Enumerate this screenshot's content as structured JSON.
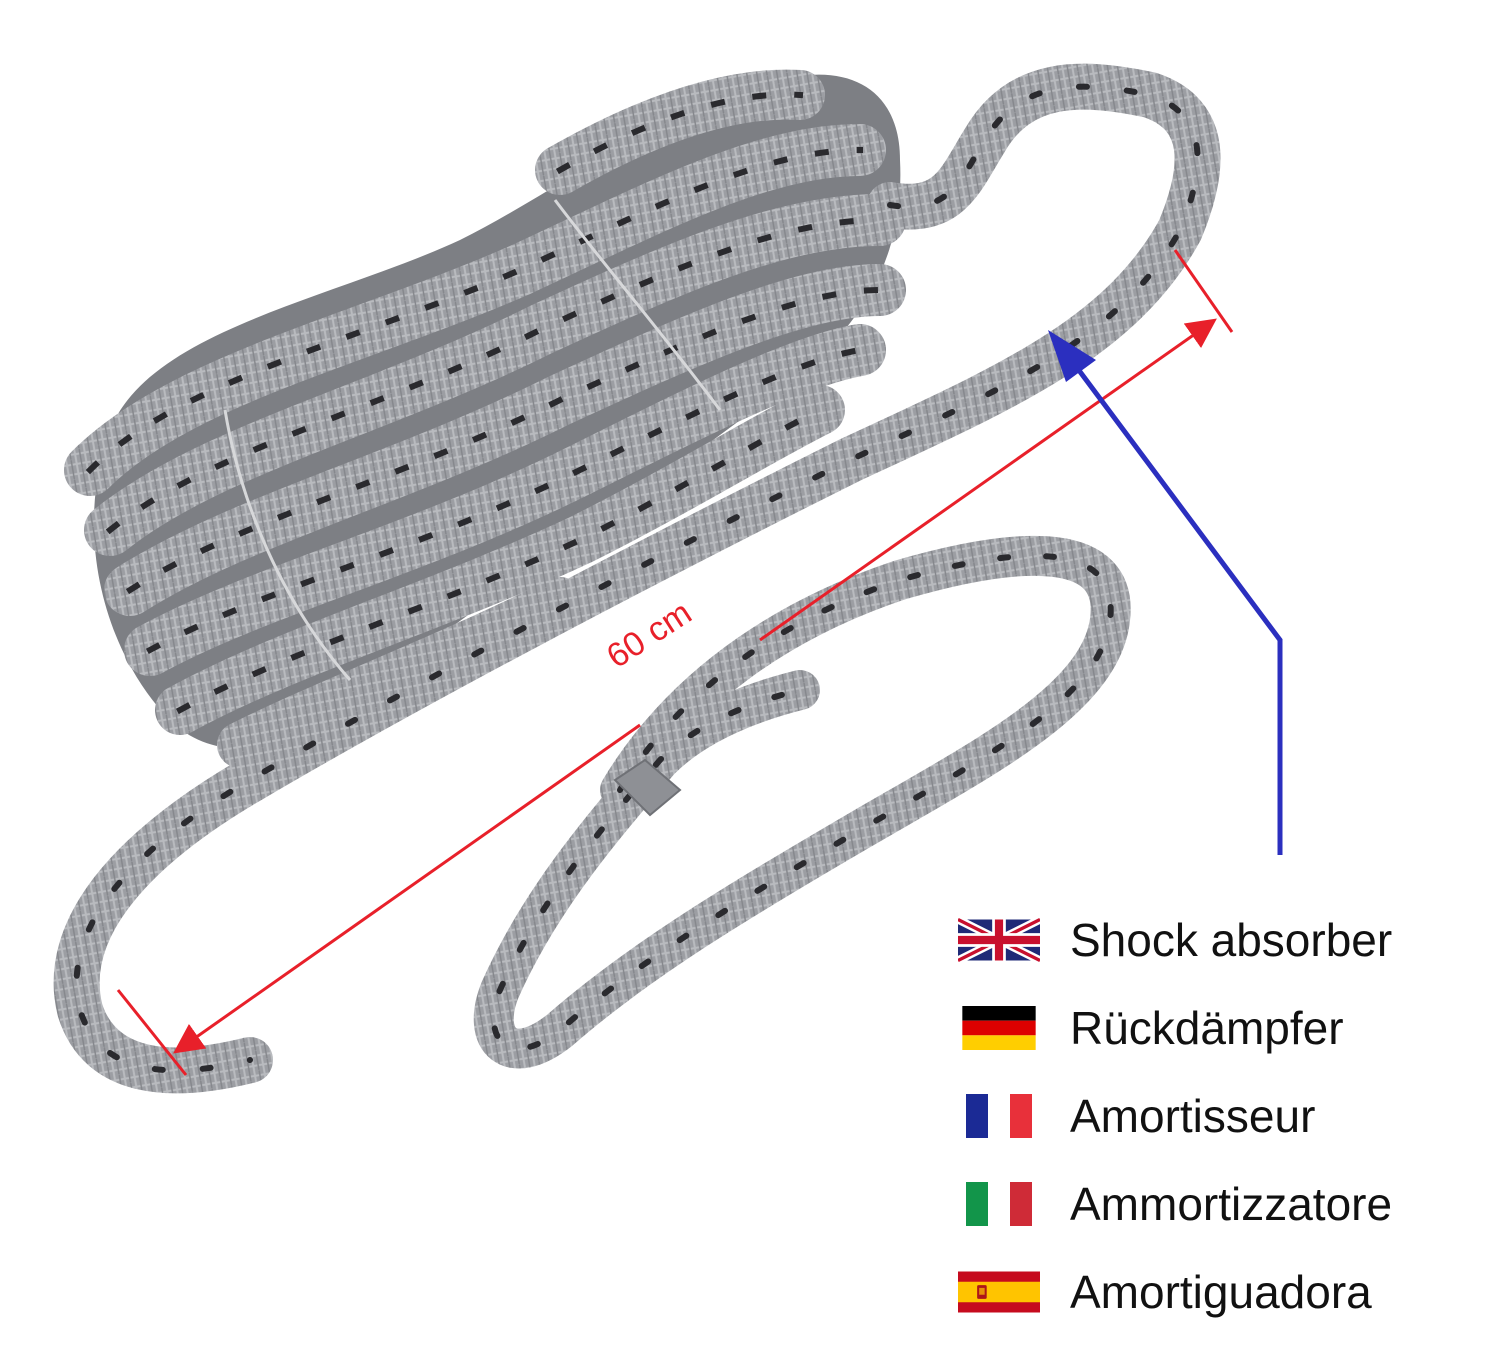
{
  "product_photo": {
    "subject": "rope-coil-with-shock-absorber",
    "rope_color": "#9c9ea3",
    "fleck_color": "#2a2a2e"
  },
  "measurement": {
    "label": "60 cm",
    "color": "#e8202a"
  },
  "pointer": {
    "color": "#2b2fbf"
  },
  "legend": {
    "items": [
      {
        "flag": "uk-flag-icon",
        "text": "Shock absorber"
      },
      {
        "flag": "germany-flag-icon",
        "text": "Rückdämpfer"
      },
      {
        "flag": "france-flag-icon",
        "text": "Amortisseur"
      },
      {
        "flag": "italy-flag-icon",
        "text": "Ammortizzatore"
      },
      {
        "flag": "spain-flag-icon",
        "text": "Amortiguadora"
      }
    ]
  }
}
